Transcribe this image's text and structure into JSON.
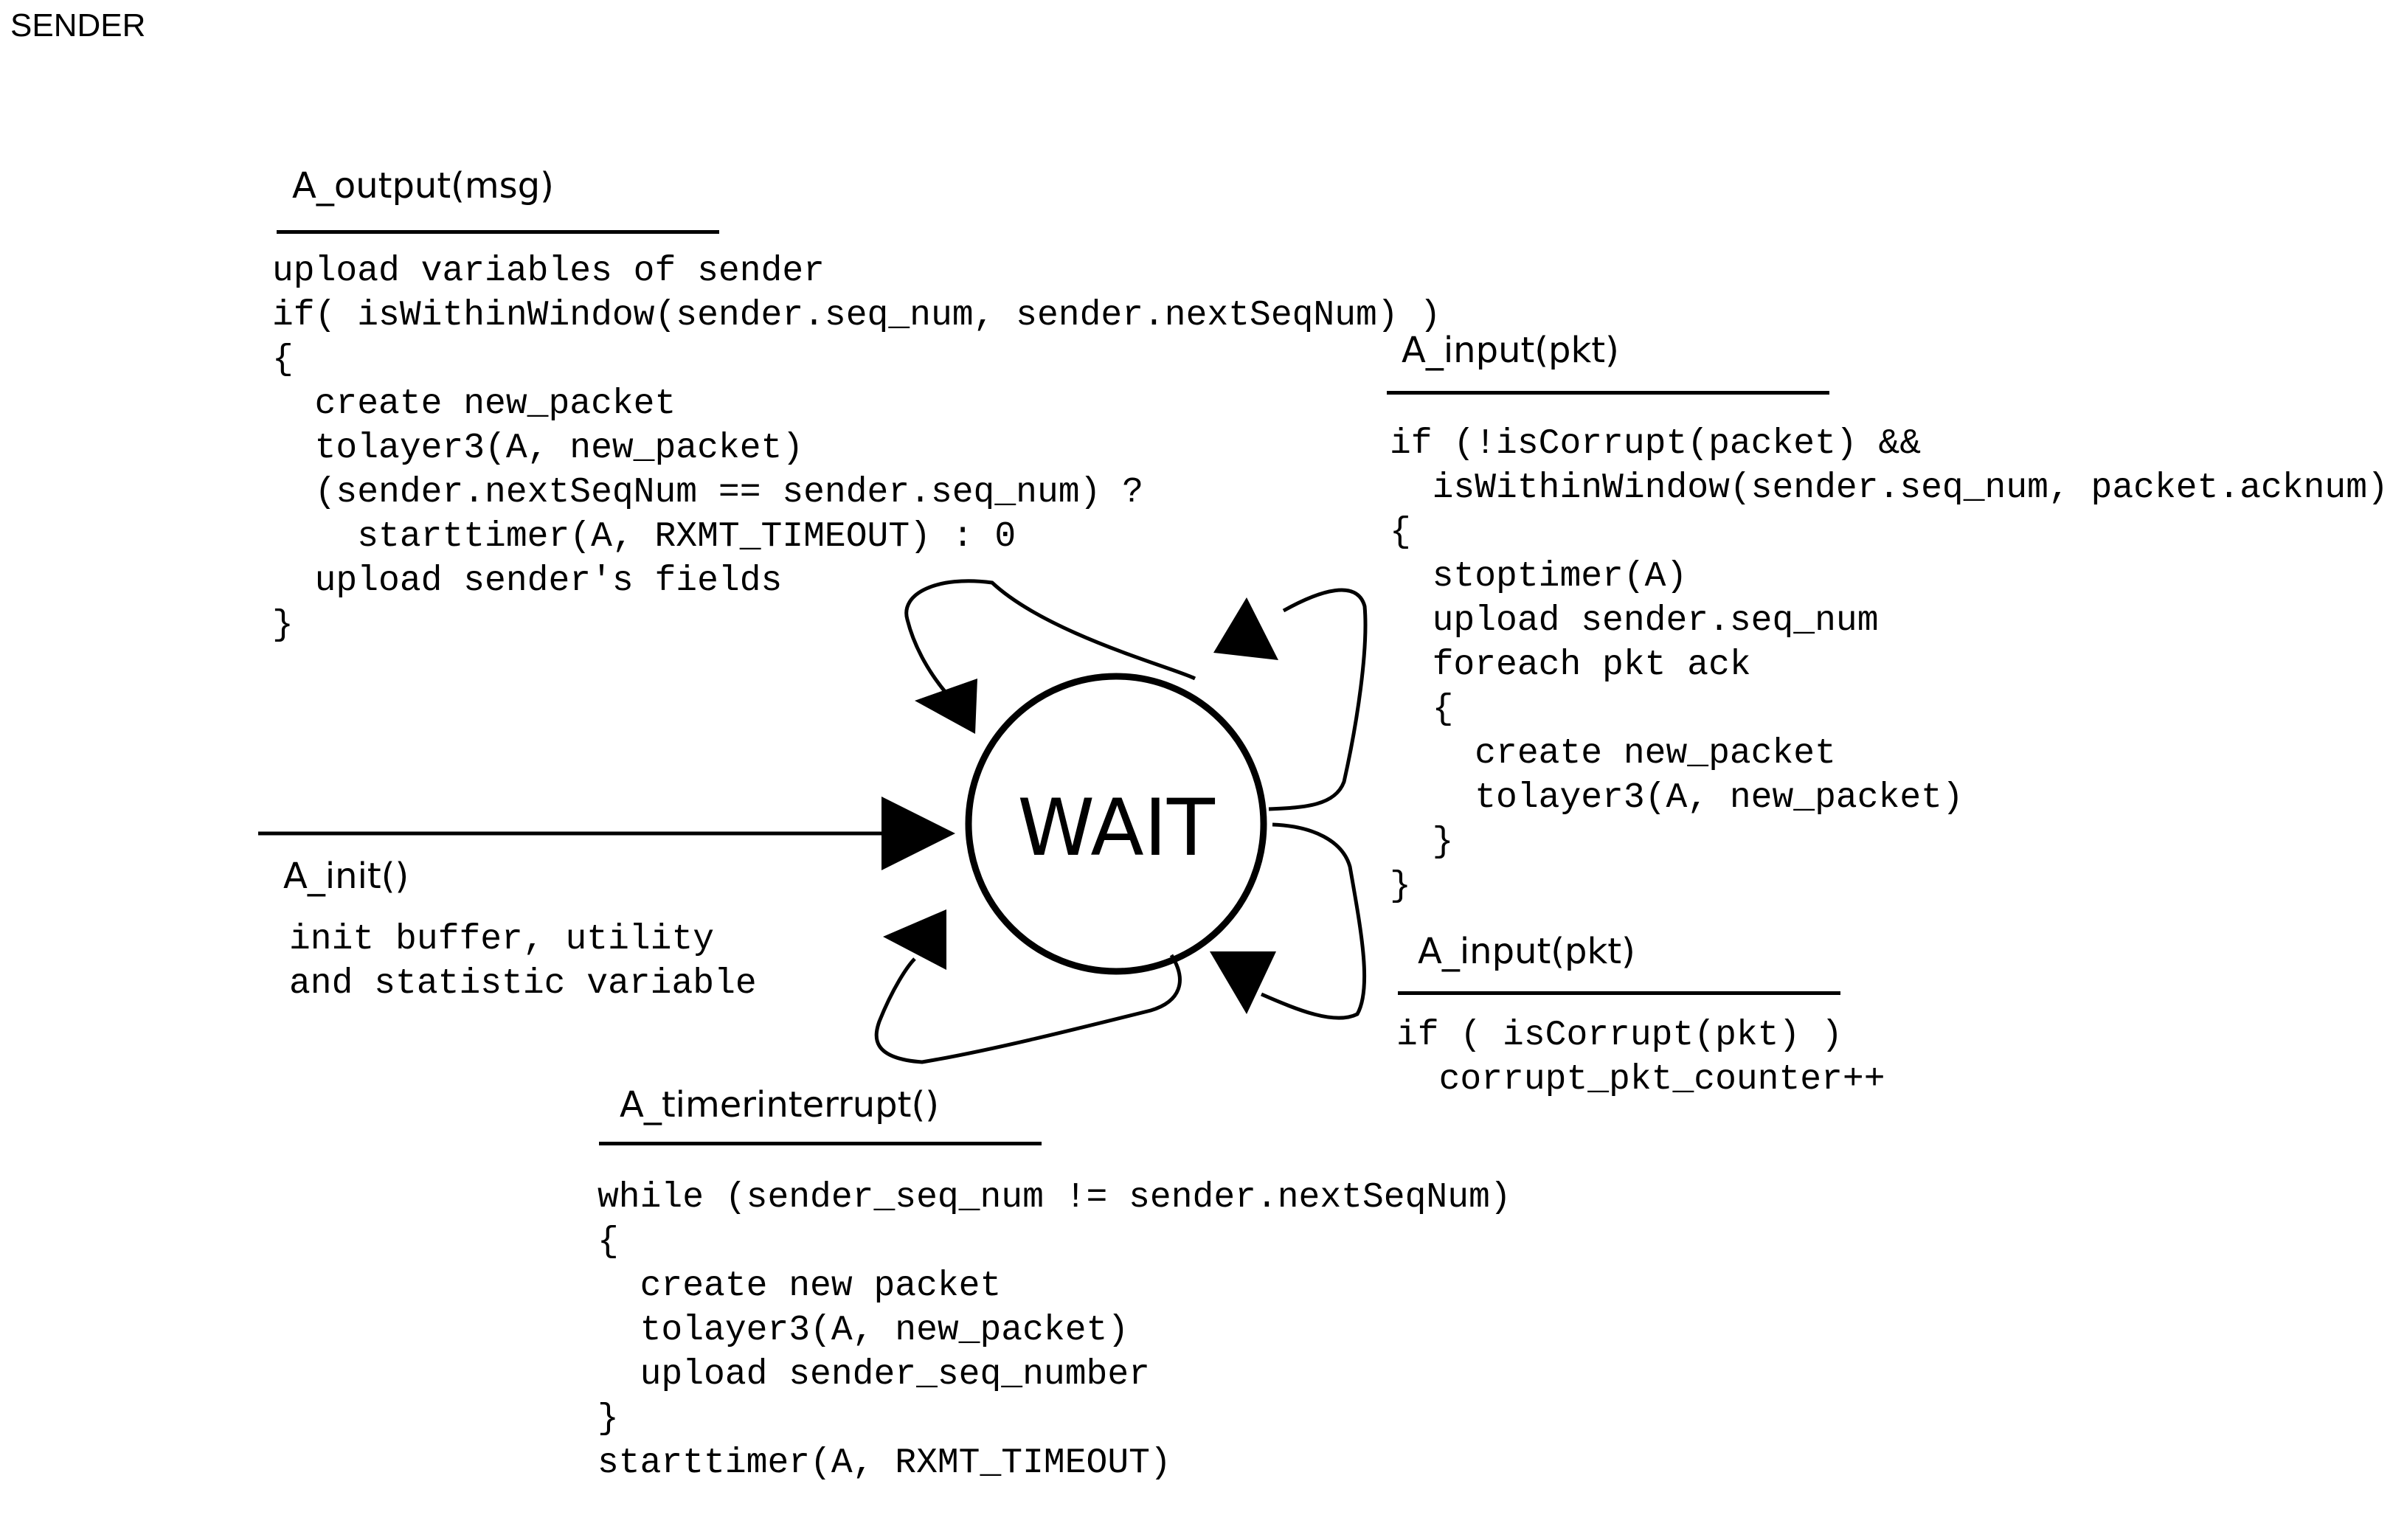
{
  "title": "SENDER",
  "state": {
    "label": "WAIT"
  },
  "transitions": {
    "output": {
      "event": "A_output(msg)",
      "action_lines": [
        "upload variables of sender",
        "if( isWithinWindow(sender.seq_num, sender.nextSeqNum) )",
        "{",
        "  create new_packet",
        "  tolayer3(A, new_packet)",
        "  (sender.nextSeqNum == sender.seq_num) ?",
        "    starttimer(A, RXMT_TIMEOUT) : 0",
        "  upload sender's fields",
        "}"
      ]
    },
    "input_ok": {
      "event": "A_input(pkt)",
      "action_lines": [
        "if (!isCorrupt(packet) &&",
        "  isWithinWindow(sender.seq_num, packet.acknum))",
        "{",
        "  stoptimer(A)",
        "  upload sender.seq_num",
        "  foreach pkt ack",
        "  {",
        "    create new_packet",
        "    tolayer3(A, new_packet)",
        "  }",
        "}"
      ]
    },
    "init": {
      "event": "A_init()",
      "action_lines": [
        "init buffer, utility",
        "and statistic variable"
      ]
    },
    "input_corrupt": {
      "event": "A_input(pkt)",
      "action_lines": [
        "if ( isCorrupt(pkt) )",
        "  corrupt_pkt_counter++"
      ]
    },
    "timer": {
      "event": "A_timerinterrupt()",
      "action_lines": [
        "while (sender_seq_num != sender.nextSeqNum)",
        "{",
        "  create new packet",
        "  tolayer3(A, new_packet)",
        "  upload sender_seq_number",
        "}",
        "starttimer(A, RXMT_TIMEOUT)"
      ]
    }
  }
}
